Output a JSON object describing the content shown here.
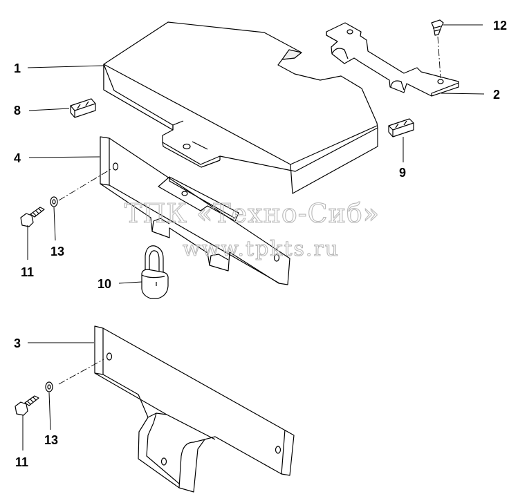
{
  "diagram": {
    "callouts": [
      "1",
      "2",
      "3",
      "4",
      "8",
      "9",
      "10",
      "11",
      "12",
      "13",
      "11",
      "13"
    ],
    "watermark": {
      "line1": "ТПК «Техно-Сиб»",
      "line2": "www.tpkts.ru"
    },
    "colors": {
      "line": "#000000",
      "background": "#ffffff",
      "shade": "#efefef",
      "watermark": "#b8b8b8"
    }
  }
}
